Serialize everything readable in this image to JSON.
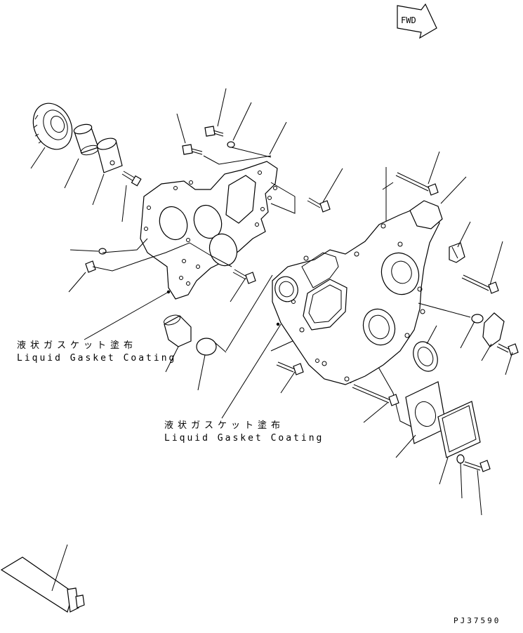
{
  "fwd_label": "FWD",
  "annotations": [
    {
      "jp": "液状ガスケット塗布",
      "en": "Liquid Gasket Coating"
    },
    {
      "jp": "液状ガスケット塗布",
      "en": "Liquid Gasket Coating"
    }
  ],
  "drawing_code": "PJ37590"
}
